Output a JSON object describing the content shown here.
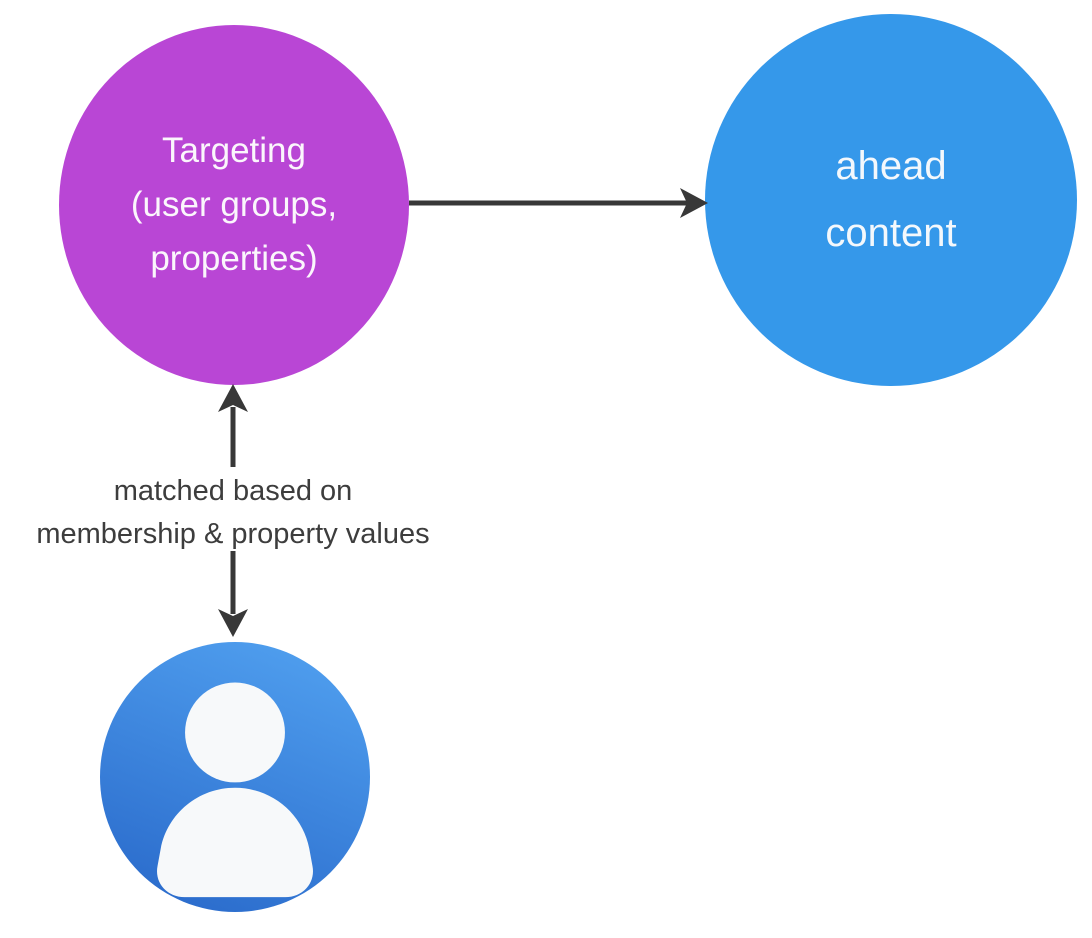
{
  "canvas": {
    "background": "#ffffff"
  },
  "nodes": {
    "targeting": {
      "lines": [
        "Targeting",
        "(user groups,",
        "properties)"
      ],
      "fill": "#b946d5",
      "text_color": "#fbf6fc"
    },
    "ahead_content": {
      "lines": [
        "ahead",
        "content"
      ],
      "fill": "#3598ea",
      "text_color": "#f4f8fc"
    },
    "user": {
      "icon": "user-avatar-icon",
      "gradient_top": "#4f9eee",
      "gradient_bottom": "#2b6ccc",
      "figure_color": "#f7f9fa"
    }
  },
  "edges": {
    "targeting_to_content": {
      "direction": "right",
      "color": "#383838"
    },
    "user_to_targeting": {
      "direction": "up-and-down",
      "color": "#383838",
      "label_lines": [
        "matched based on",
        "membership & property values"
      ],
      "label_color": "#3d3d3d"
    }
  }
}
